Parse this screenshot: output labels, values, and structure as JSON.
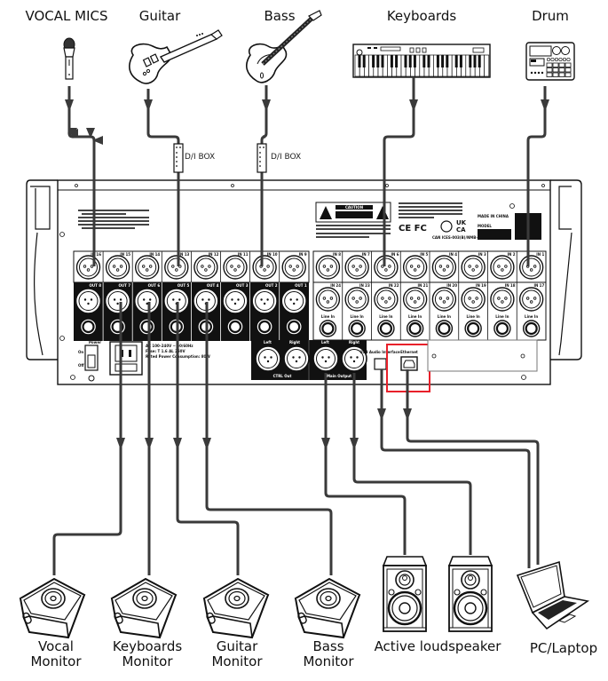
{
  "title": "Mixer rear-panel connection diagram",
  "sources": [
    {
      "id": "vocal-mics",
      "label": "VOCAL MICS",
      "icon": "microphone-icon"
    },
    {
      "id": "guitar",
      "label": "Guitar",
      "icon": "electric-guitar-icon",
      "via": "D/I BOX"
    },
    {
      "id": "bass",
      "label": "Bass",
      "icon": "bass-guitar-icon",
      "via": "D/I BOX"
    },
    {
      "id": "keyboards",
      "label": "Keyboards",
      "icon": "keyboard-icon"
    },
    {
      "id": "drum",
      "label": "Drum",
      "icon": "drum-machine-icon"
    }
  ],
  "di_box_label": "D/I BOX",
  "panel": {
    "caution_label": "CAUTION",
    "made_in": "MADE IN CHINA",
    "model_label": "MODEL",
    "can_ices": "CAN ICES-003(B)/NMB-003(B)",
    "power_label": "Power",
    "power_on": "On",
    "power_off": "Off",
    "power_consumption": "Rated Power Consumption: 80W",
    "fuse": "Fuse: T 1.6 AL 250V",
    "mains": "AC 100–240V ~ 50/60Hz",
    "left_inputs_top": [
      "IN 16",
      "IN 15",
      "IN 14",
      "IN 13",
      "IN 12",
      "IN 11",
      "IN 10",
      "IN 9"
    ],
    "outputs": [
      "OUT 8",
      "OUT 7",
      "OUT 6",
      "OUT 5",
      "OUT 4",
      "OUT 3",
      "OUT 2",
      "OUT 1"
    ],
    "right_inputs_top": [
      "IN 8",
      "IN 7",
      "IN 6",
      "IN 5",
      "IN 4",
      "IN 3",
      "IN 2",
      "IN 1"
    ],
    "right_inputs_bottom": [
      "IN 24",
      "IN 23",
      "IN 22",
      "IN 21",
      "IN 20",
      "IN 19",
      "IN 18",
      "IN 17"
    ],
    "line_in_label": "Line In",
    "ctrl_out_label": "CTRL Out",
    "main_output_label": "Main Output",
    "left_label": "Left",
    "right_label": "Right",
    "usb_label": "USB Audio Interface",
    "ethernet_label": "Ethernet",
    "highlight_color": "#e8202a"
  },
  "destinations": [
    {
      "id": "vocal-monitor",
      "label_line1": "Vocal",
      "label_line2": "Monitor",
      "icon": "stage-monitor-icon"
    },
    {
      "id": "keyboards-monitor",
      "label_line1": "Keyboards",
      "label_line2": "Monitor",
      "icon": "stage-monitor-icon"
    },
    {
      "id": "guitar-monitor",
      "label_line1": "Guitar",
      "label_line2": "Monitor",
      "icon": "stage-monitor-icon"
    },
    {
      "id": "bass-monitor",
      "label_line1": "Bass",
      "label_line2": "Monitor",
      "icon": "stage-monitor-icon"
    },
    {
      "id": "active-loudspeaker",
      "label_line1": "Active loudspeaker",
      "label_line2": "",
      "icon": "studio-speaker-icon"
    },
    {
      "id": "pc-laptop",
      "label_line1": "PC/Laptop",
      "label_line2": "",
      "icon": "laptop-icon"
    }
  ],
  "colors": {
    "cable": "#3a3a3a",
    "outline": "#111111",
    "panel_fill": "#ffffff",
    "dark_block": "#111111"
  }
}
